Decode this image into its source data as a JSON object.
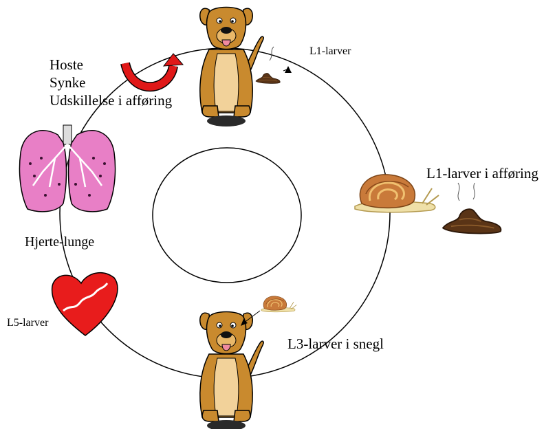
{
  "labels": {
    "hoste": "Hoste",
    "synke": "Synke",
    "udskillelse": "Udskillelse i afføring",
    "l1_top": "L1-larver",
    "l1_faeces": "L1-larver i afføring",
    "hjerte_lunge": "Hjerte-lunge",
    "l5": "L5-larver",
    "l3": "L3-larver i snegl"
  },
  "icons": {
    "top_dog": "dog-icon",
    "bottom_dog": "dog-icon",
    "lungs": "lungs-icon",
    "heart": "heart-icon",
    "snail_large": "snail-icon",
    "snail_small": "snail-icon",
    "faeces_large": "faeces-icon",
    "faeces_small": "faeces-icon",
    "cycle_arrow": "curved-arrow-icon"
  },
  "colors": {
    "outline": "#000000",
    "dog_fur": "#c98a2e",
    "dog_belly": "#f2d29a",
    "lung_pink": "#e87fc6",
    "heart_red": "#e81c1c",
    "arrow_red": "#e01818",
    "snail_shell": "#c97a3a",
    "snail_body": "#efe0a8",
    "faeces": "#5a3416"
  }
}
